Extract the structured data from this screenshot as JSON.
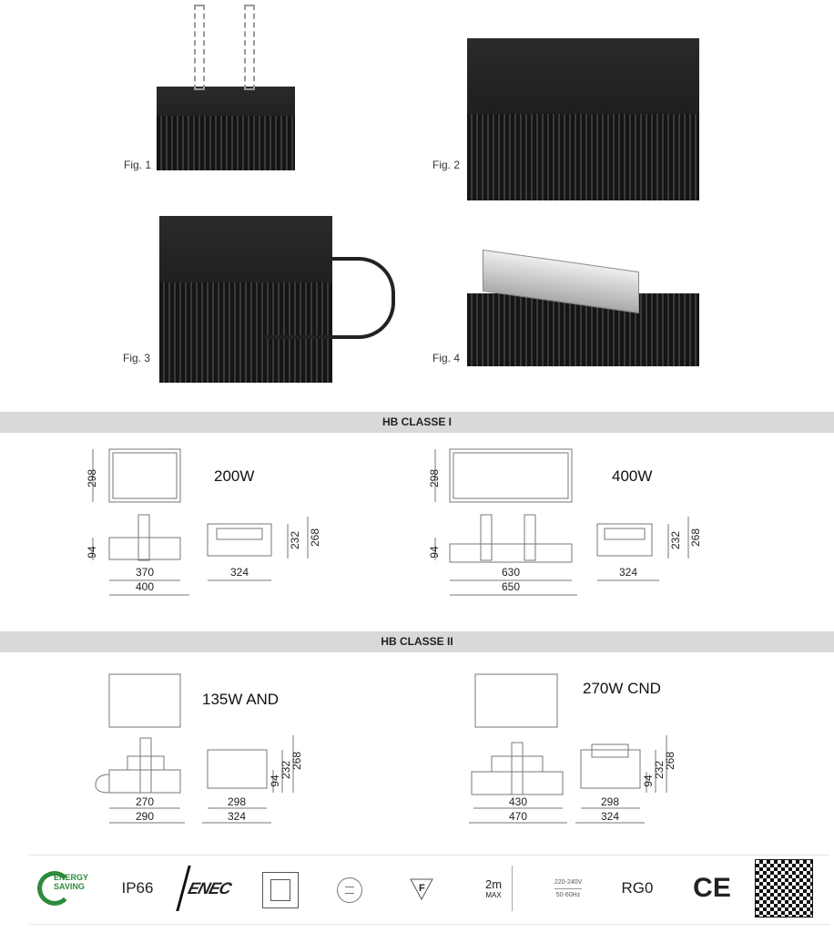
{
  "figures": [
    {
      "label": "Fig. 1"
    },
    {
      "label": "Fig. 2"
    },
    {
      "label": "Fig. 3"
    },
    {
      "label": "Fig. 4"
    }
  ],
  "sections": [
    {
      "title": "HB CLASSE I",
      "models": [
        {
          "power": "200W",
          "height": "298",
          "depth": "94",
          "width_inner": "370",
          "width_outer": "400",
          "side_width": "324",
          "side_h1": "232",
          "side_h2": "268"
        },
        {
          "power": "400W",
          "height": "298",
          "depth": "94",
          "width_inner": "630",
          "width_outer": "650",
          "side_width": "324",
          "side_h1": "232",
          "side_h2": "268"
        }
      ]
    },
    {
      "title": "HB CLASSE II",
      "models": [
        {
          "power": "135W  AND",
          "width_inner": "270",
          "width_outer": "290",
          "side_inner": "298",
          "side_width": "324",
          "side_h0": "94",
          "side_h1": "232",
          "side_h2": "268"
        },
        {
          "power": "270W  CND",
          "width_inner": "430",
          "width_outer": "470",
          "side_inner": "298",
          "side_width": "324",
          "side_h0": "94",
          "side_h1": "232",
          "side_h2": "268"
        }
      ]
    }
  ],
  "certifications": {
    "energy": "ENERGY SAVING",
    "ip": "IP66",
    "enec": "ENEC",
    "distance": "2m",
    "distance_sub": "MAX",
    "voltage": "220-240V",
    "frequency": "50-60Hz",
    "risk_group": "RG0",
    "ce": "CE",
    "f_mark": "F"
  },
  "colors": {
    "band": "#d9d9d9",
    "energy_green": "#2e8b3a"
  }
}
